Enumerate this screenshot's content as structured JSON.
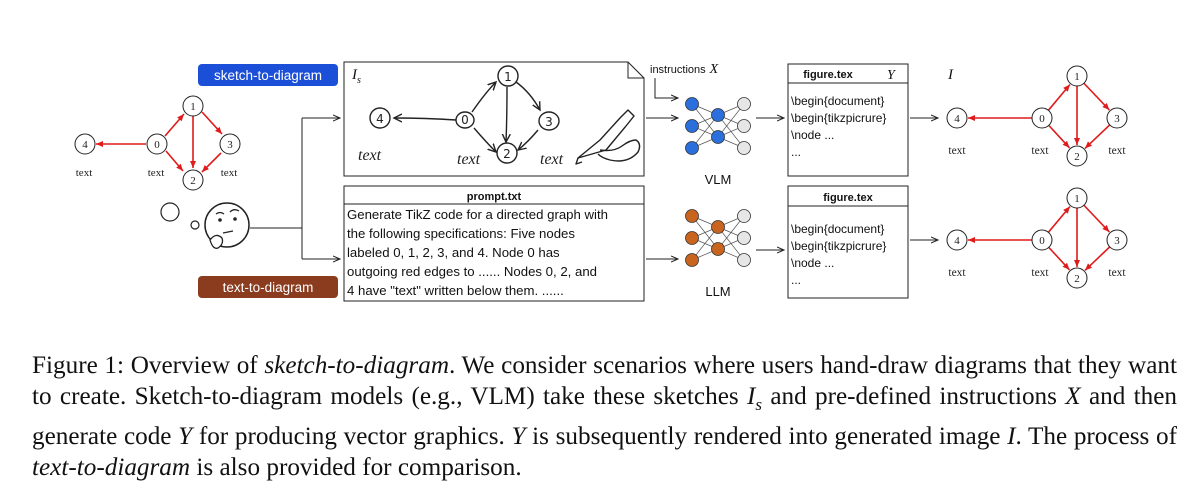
{
  "labels": {
    "sketch_to_diagram": "sketch-to-diagram",
    "text_to_diagram": "text-to-diagram",
    "sketch_symbol": "I",
    "sketch_symbol_sub": "s",
    "instructions": "instructions",
    "instructions_symbol": "X",
    "output_symbol": "Y",
    "image_symbol": "I",
    "vlm": "VLM",
    "llm": "LLM"
  },
  "colors": {
    "sketch_badge": "#1b4fd8",
    "text_badge": "#8b3b1e",
    "edge_red": "#e01b1b",
    "vlm_node": "#2a6fdb",
    "llm_node": "#c8641e"
  },
  "input_graph": {
    "nodes": [
      "0",
      "1",
      "2",
      "3",
      "4"
    ],
    "node_texts": [
      "text",
      "text",
      "text"
    ]
  },
  "sketch": {
    "nodes": [
      "4",
      "0",
      "1",
      "2",
      "3"
    ],
    "texts": [
      "text",
      "text",
      "text"
    ]
  },
  "figure_tex_top": {
    "title": "figure.tex",
    "lines": [
      "\\begin{document}",
      "\\begin{tikzpicrure}",
      "\\node ...",
      "..."
    ]
  },
  "figure_tex_bottom": {
    "title": "figure.tex",
    "lines": [
      "\\begin{document}",
      "\\begin{tikzpicrure}",
      "\\node ...",
      "..."
    ]
  },
  "prompt": {
    "title": "prompt.txt",
    "lines": [
      "Generate TikZ code for a directed graph with",
      "the following specifications: Five nodes",
      "labeled 0, 1, 2, 3, and 4. Node 0 has",
      "outgoing red edges to ...... Nodes 0, 2, and",
      "4 have \"text\" written below them. ......"
    ]
  },
  "output_graph": {
    "nodes": [
      "0",
      "1",
      "2",
      "3",
      "4"
    ],
    "node_texts": [
      "text",
      "text",
      "text"
    ]
  },
  "caption": {
    "label": "Figure 1:",
    "segments": [
      {
        "t": " Overview of ",
        "s": "n"
      },
      {
        "t": "sketch-to-diagram",
        "s": "i"
      },
      {
        "t": ". We consider scenarios where users hand-draw diagrams that they want to create. Sketch-to-diagram models (e.g., VLM) take these sketches ",
        "s": "n"
      },
      {
        "t": "I",
        "s": "m"
      },
      {
        "t": "s",
        "s": "sub"
      },
      {
        "t": " and pre-defined instructions ",
        "s": "n"
      },
      {
        "t": "X",
        "s": "m"
      },
      {
        "t": " and then generate code ",
        "s": "n"
      },
      {
        "t": "Y",
        "s": "m"
      },
      {
        "t": " for producing vector graphics. ",
        "s": "n"
      },
      {
        "t": "Y",
        "s": "m"
      },
      {
        "t": " is subsequently rendered into generated image ",
        "s": "n"
      },
      {
        "t": "I",
        "s": "m"
      },
      {
        "t": ". The process of ",
        "s": "n"
      },
      {
        "t": "text-to-diagram",
        "s": "i"
      },
      {
        "t": " is also provided for comparison.",
        "s": "n"
      }
    ]
  }
}
